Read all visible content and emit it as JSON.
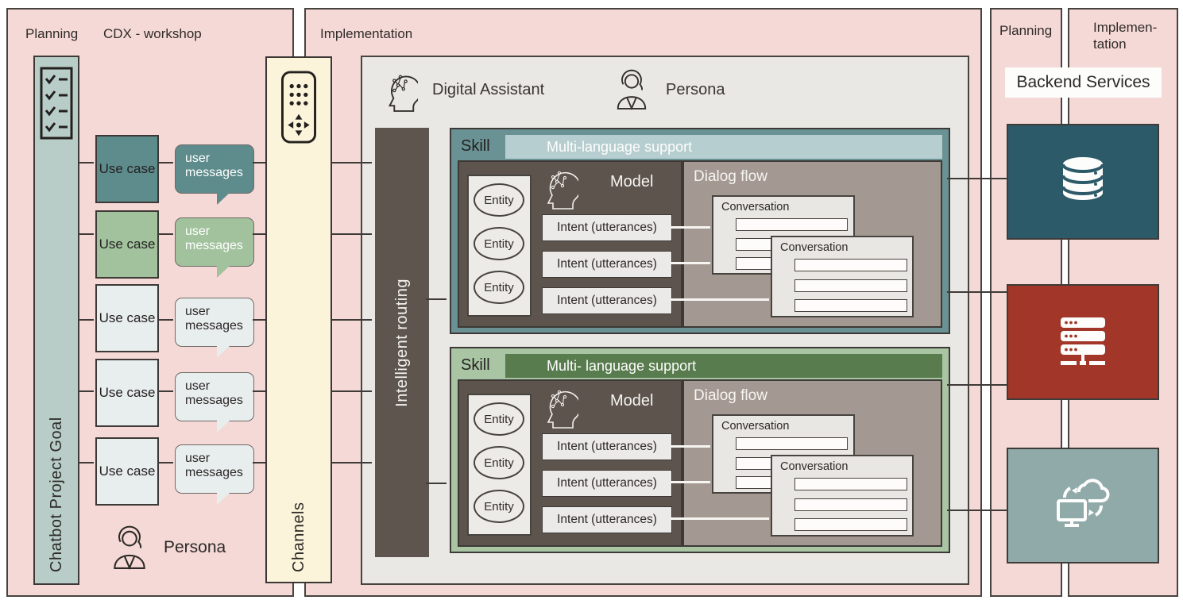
{
  "colors": {
    "panel_pink": "#f5d9d6",
    "goal_bar": "#b9cdc8",
    "teal_accent": "#5e8b8c",
    "green_accent": "#a2c29e",
    "light_box": "#e8edee",
    "channels_cream": "#fbf3da",
    "assistant_gray": "#e9e8e5",
    "routing_dark": "#5d554e",
    "skill_teal": "#6a9193",
    "skill_teal_banner": "#b7ced0",
    "skill_green": "#a9c5a3",
    "skill_green_banner": "#587c4e",
    "model_dark": "#5d544d",
    "dialog_taupe": "#a49992",
    "backend_teal": "#2d5a69",
    "backend_red": "#a23628",
    "backend_sage": "#90aaaa"
  },
  "icons": {
    "goal": "checklist-icon",
    "channels": "keypad-icon",
    "digital_assistant": "ai-head-icon",
    "persona": "person-icon",
    "model": "ai-head-icon",
    "backend_database": "database-icon",
    "backend_server": "server-rack-icon",
    "backend_integration": "cloud-sync-icon"
  },
  "left_panel": {
    "planning_label": "Planning",
    "workshop_label": "CDX - workshop",
    "goal_label": "Chatbot Project Goal",
    "persona_label": "Persona",
    "use_cases": [
      {
        "label": "Use case",
        "bubble": "user messages",
        "variant": "teal"
      },
      {
        "label": "Use case",
        "bubble": "user messages",
        "variant": "green"
      },
      {
        "label": "Use case",
        "bubble": "user messages",
        "variant": "light"
      },
      {
        "label": "Use case",
        "bubble": "user messages",
        "variant": "light"
      },
      {
        "label": "Use case",
        "bubble": "user messages",
        "variant": "light"
      }
    ]
  },
  "channels": {
    "label": "Channels"
  },
  "main": {
    "header": "Implementation",
    "da_title": "Digital Assistant",
    "persona_label": "Persona",
    "routing_label": "Intelligent routing",
    "skills": [
      {
        "skill_label": "Skill",
        "banner": "Multi-language support",
        "model_label": "Model",
        "dialog_flow_label": "Dialog flow",
        "entities": [
          "Entity",
          "Entity",
          "Entity"
        ],
        "intents": [
          "Intent (utterances)",
          "Intent (utterances)",
          "Intent (utterances)"
        ],
        "conversations": [
          "Conversation",
          "Conversation"
        ],
        "variant": "teal"
      },
      {
        "skill_label": "Skill",
        "banner": "Multi- language support",
        "model_label": "Model",
        "dialog_flow_label": "Dialog flow",
        "entities": [
          "Entity",
          "Entity",
          "Entity"
        ],
        "intents": [
          "Intent (utterances)",
          "Intent (utterances)",
          "Intent (utterances)"
        ],
        "conversations": [
          "Conversation",
          "Conversation"
        ],
        "variant": "green"
      }
    ]
  },
  "right": {
    "planning_label": "Planning",
    "implementation_label": "Implemen-\ntation",
    "backend_label": "Backend Services"
  }
}
